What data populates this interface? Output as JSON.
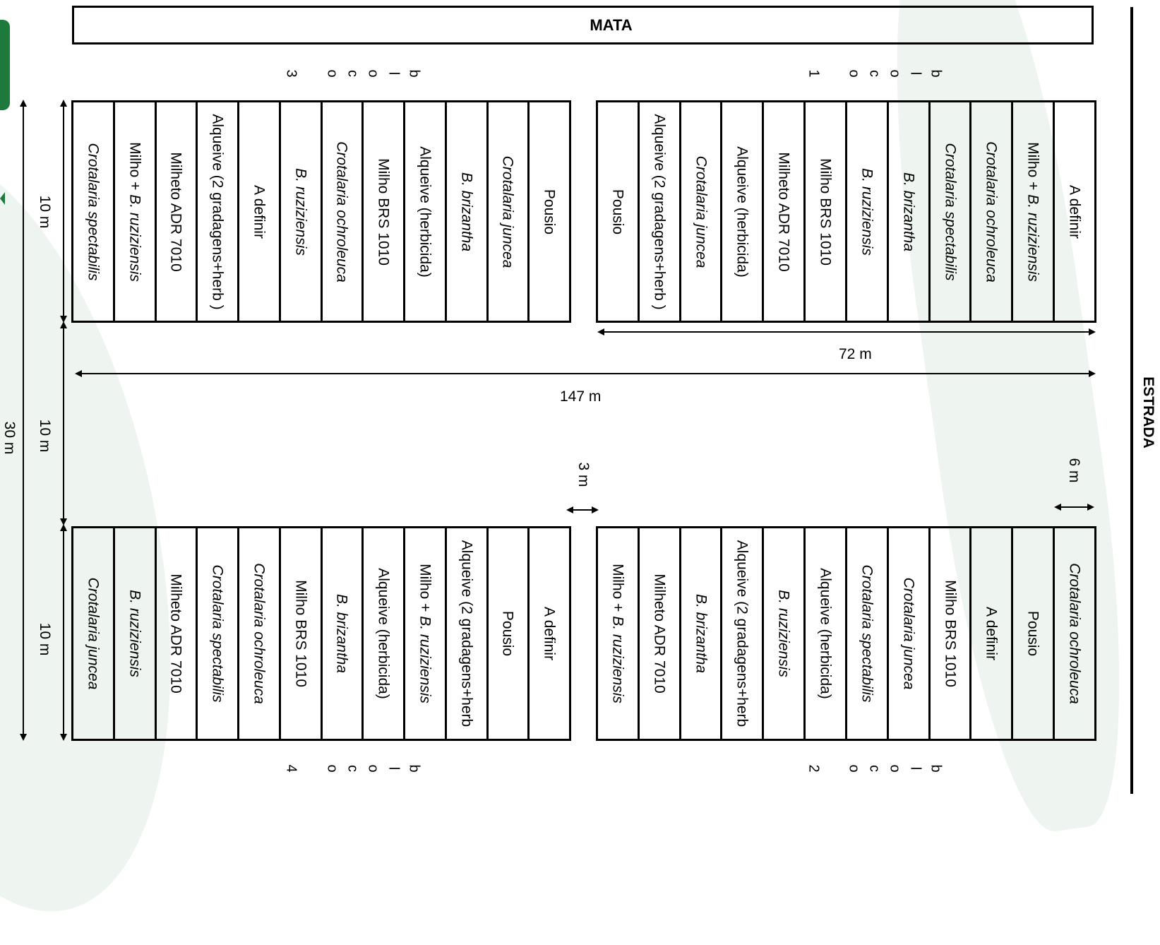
{
  "field": {
    "top_label": "MATA",
    "right_label": "ESTRADA"
  },
  "blocks": [
    {
      "id": "1",
      "word_letters": [
        "b",
        "l",
        "o",
        "c",
        "o"
      ],
      "plots": [
        {
          "label": "Pousio"
        },
        {
          "label": "Alqueive (2 gradagens+herb )"
        },
        {
          "label": "Crotalaria juncea",
          "italic": true
        },
        {
          "label": "Alqueive (herbicida)"
        },
        {
          "label": "Milheto ADR 7010"
        },
        {
          "label": "Milho BRS 1010"
        },
        {
          "label": "B. ruziziensis",
          "italic": true
        },
        {
          "label": "B. brizantha",
          "italic": true
        },
        {
          "label": "Crotalaria spectabilis",
          "italic": true
        },
        {
          "label": "Crotalaria ochroleuca",
          "italic": true
        },
        {
          "label": "Milho + B. ruziziensis",
          "mixed": [
            "Milho + ",
            "B. ruziziensis"
          ]
        },
        {
          "label": "A definir"
        }
      ]
    },
    {
      "id": "2",
      "word_letters": [
        "b",
        "l",
        "o",
        "c",
        "o"
      ],
      "plots": [
        {
          "label": "Milho + B. ruziziensis",
          "mixed": [
            "Milho + ",
            "B. ruziziensis"
          ]
        },
        {
          "label": "Milheto ADR 7010"
        },
        {
          "label": "B. brizantha",
          "italic": true
        },
        {
          "label": "Alqueive (2 gradagens+herb"
        },
        {
          "label": "B. ruziziensis",
          "italic": true
        },
        {
          "label": "Alqueive (herbicida)"
        },
        {
          "label": "Crotalaria spectabilis",
          "italic": true
        },
        {
          "label": "Crotalaria juncea",
          "italic": true
        },
        {
          "label": "Milho BRS 1010"
        },
        {
          "label": "A definir"
        },
        {
          "label": "Pousio"
        },
        {
          "label": "Crotalaria ochroleuca",
          "italic": true
        }
      ]
    },
    {
      "id": "3",
      "word_letters": [
        "b",
        "l",
        "o",
        "c",
        "o"
      ],
      "plots": [
        {
          "label": "Crotalaria spectabilis",
          "italic": true
        },
        {
          "label": "Milho + B. ruziziensis",
          "mixed": [
            "Milho + ",
            "B. ruziziensis"
          ]
        },
        {
          "label": "Milheto ADR 7010"
        },
        {
          "label": "Alqueive (2 gradagens+herb )"
        },
        {
          "label": "A definir"
        },
        {
          "label": "B. ruziziensis",
          "italic": true
        },
        {
          "label": "Crotalaria ochroleuca",
          "italic": true
        },
        {
          "label": "Milho BRS 1010"
        },
        {
          "label": "Alqueive (herbicida)"
        },
        {
          "label": "B. brizantha",
          "italic": true
        },
        {
          "label": "Crotalaria juncea",
          "italic": true
        },
        {
          "label": "Pousio"
        }
      ]
    },
    {
      "id": "4",
      "word_letters": [
        "b",
        "l",
        "o",
        "c",
        "o"
      ],
      "plots": [
        {
          "label": "Crotalaria juncea",
          "italic": true
        },
        {
          "label": "B. ruziziensis",
          "italic": true
        },
        {
          "label": "Milheto ADR 7010"
        },
        {
          "label": "Crotalaria spectabilis",
          "italic": true
        },
        {
          "label": "Crotalaria ochroleuca",
          "italic": true
        },
        {
          "label": "Milho BRS 1010"
        },
        {
          "label": "B. brizantha",
          "italic": true
        },
        {
          "label": "Alqueive (herbicida)"
        },
        {
          "label": "Milho + B. ruziziensis",
          "mixed": [
            "Milho + ",
            "B. ruziziensis"
          ]
        },
        {
          "label": "Alqueive (2 gradagens+herb"
        },
        {
          "label": "Pousio"
        },
        {
          "label": "A definir"
        }
      ]
    }
  ],
  "dimensions": {
    "block_width": "72 m",
    "total_width": "147 m",
    "gap_between_blocks": "3 m",
    "gap_to_road": "6 m",
    "block_height_top": "10 m",
    "alley": "10 m",
    "block_height_bottom": "10 m",
    "total_height": "30 m"
  }
}
